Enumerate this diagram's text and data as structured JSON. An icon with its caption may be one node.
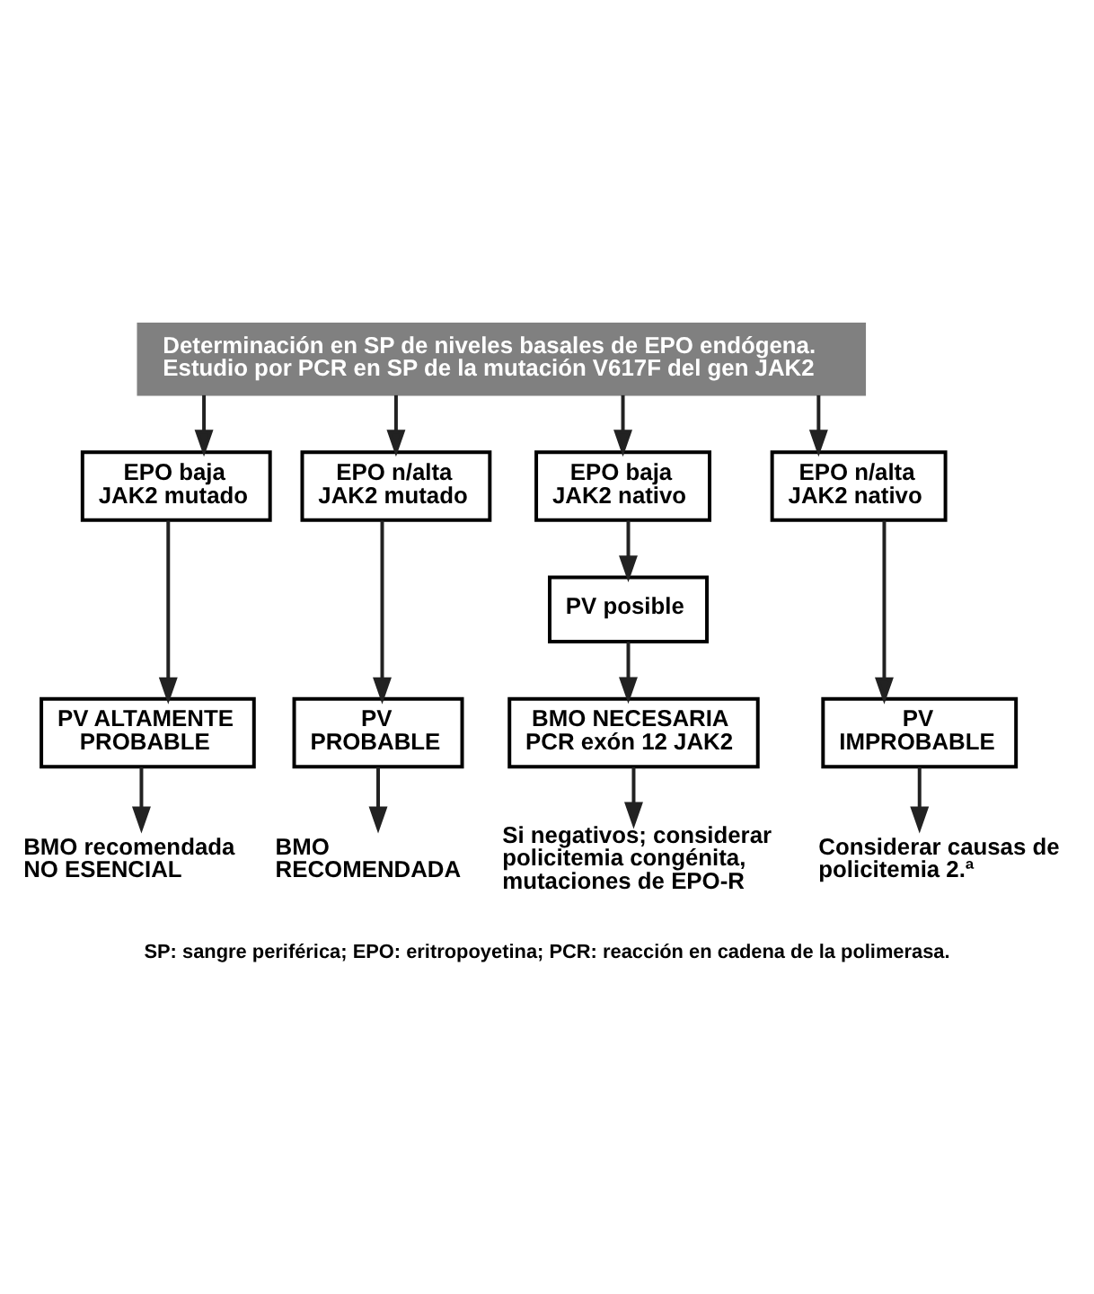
{
  "diagram": {
    "caption": "SP: sangre periférica; EPO: eritropoyetina; PCR: reacción en cadena de la polimerasa.",
    "nodes": [
      {
        "text": [
          "Determinación en SP de niveles basales de EPO endógena.",
          "Estudio por PCR en SP de la mutación V617F del gen JAK2"
        ]
      },
      {
        "text": [
          "EPO baja JAK2 mutado"
        ]
      },
      {
        "text": [
          "EPO n/alta JAK2 mutado"
        ]
      },
      {
        "text": [
          "EPO baja JAK2 nativo"
        ]
      },
      {
        "text": [
          "EPO n/alta JAK2 nativo"
        ]
      },
      {
        "text": [
          "PV posible"
        ]
      },
      {
        "text": [
          "PV ALTAMENTE PROBABLE"
        ]
      },
      {
        "text": [
          "PV PROBABLE"
        ]
      },
      {
        "text": [
          "BMO NECESARIA PCR exón 12 JAK2"
        ]
      },
      {
        "text": [
          "PV IMPROBABLE"
        ]
      },
      {
        "text": [
          "BMO recomendada NO ESENCIAL"
        ]
      },
      {
        "text": [
          "BMO RECOMENDADA"
        ]
      },
      {
        "text": [
          "Si negativos; considerar policitemia congénita, mutaciones de EPO-R"
        ]
      },
      {
        "text": [
          "Considerar causas de policitemia 2.ª"
        ]
      }
    ],
    "edges": [
      {
        "from": 0,
        "to": 1,
        "arrow": "to"
      },
      {
        "from": 0,
        "to": 2,
        "arrow": "to"
      },
      {
        "from": 0,
        "to": 3,
        "arrow": "to"
      },
      {
        "from": 0,
        "to": 4,
        "arrow": "to"
      },
      {
        "from": 1,
        "to": 6,
        "arrow": "to"
      },
      {
        "from": 2,
        "to": 7,
        "arrow": "to"
      },
      {
        "from": 3,
        "to": 5,
        "arrow": "to"
      },
      {
        "from": 5,
        "to": 8,
        "arrow": "to"
      },
      {
        "from": 4,
        "to": 9,
        "arrow": "to"
      },
      {
        "from": 6,
        "to": 10,
        "arrow": "to"
      },
      {
        "from": 7,
        "to": 11,
        "arrow": "to"
      },
      {
        "from": 8,
        "to": 12,
        "arrow": "to"
      },
      {
        "from": 9,
        "to": 13,
        "arrow": "to"
      }
    ]
  }
}
